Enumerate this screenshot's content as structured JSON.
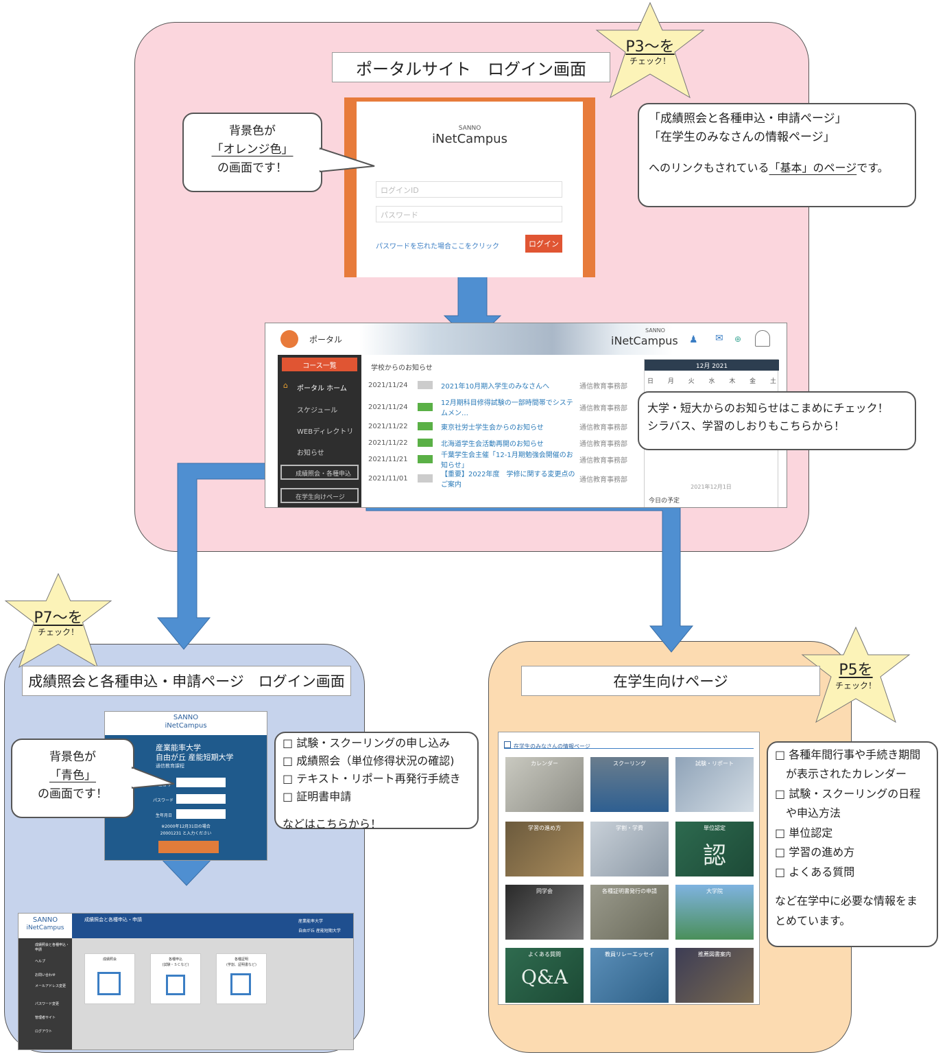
{
  "top_panel": {
    "title": "ポータルサイト　ログイン画面",
    "star": {
      "big": "P3〜を",
      "small": "チェック！"
    },
    "callout_left": {
      "line1": "背景色が",
      "line2": "「オレンジ色」",
      "line3": "の画面です！"
    },
    "callout_right": {
      "line1": "「成績照会と各種申込・申請ページ」",
      "line2": "「在学生のみなさんの情報ページ」",
      "line3a": "へのリンクもされている",
      "line3b": "「基本」のページ",
      "line3c": "です。"
    },
    "login_screen": {
      "brand_small": "SANNO",
      "brand": "iNetCampus",
      "login_id_placeholder": "ログインID",
      "password_placeholder": "パスワード",
      "forgot_link": "パスワードを忘れた場合ここをクリック",
      "login_button": "ログイン"
    },
    "portal_screen": {
      "portal_label": "ポータル",
      "brand_small": "SANNO",
      "brand": "iNetCampus",
      "side_header": "コース一覧",
      "side_items": [
        "ポータル ホーム",
        "スケジュール",
        "WEBディレクトリ",
        "お知らせ",
        "成績照会・各種申込",
        "在学生向けページ"
      ],
      "news_header": "学校からのお知らせ",
      "news": [
        {
          "date": "2021/11/24",
          "title": "2021年10月期入学生のみなさんへ",
          "dept": "通信教育事務部"
        },
        {
          "date": "2021/11/24",
          "title": "12月期科目修得試験の一部時間帯でシステムメン…",
          "dept": "通信教育事務部"
        },
        {
          "date": "2021/11/22",
          "title": "東京社労士学生会からのお知らせ",
          "dept": "通信教育事務部"
        },
        {
          "date": "2021/11/22",
          "title": "北海道学生会活動再開のお知らせ",
          "dept": "通信教育事務部"
        },
        {
          "date": "2021/11/21",
          "title": "千葉学生会主催「12-1月期勉強会開催のお知らせ」",
          "dept": "通信教育事務部"
        },
        {
          "date": "2021/11/01",
          "title": "【重要】2022年度　学修に関する変更点のご案内",
          "dept": "通信教育事務部"
        }
      ],
      "calendar_title": "12月 2021",
      "weekdays": [
        "日",
        "月",
        "火",
        "水",
        "木",
        "金",
        "土"
      ],
      "calendar_date": "2021年12月1日",
      "today_label": "今日の予定"
    },
    "callout_news": {
      "line1": "大学・短大からのお知らせはこまめにチェック！",
      "line2": "シラバス、学習のしおりもこちらから！"
    }
  },
  "left_panel": {
    "title": "成績照会と各種申込・申請ページ　ログイン画面",
    "star": {
      "big": "P7〜を",
      "small": "チェック！"
    },
    "callout_left": {
      "line1": "背景色が",
      "line2": "「青色」",
      "line3": "の画面です！"
    },
    "checklist": [
      "□ 試験・スクーリングの申し込み",
      "□ 成績照会（単位修得状況の確認)",
      "□ テキスト・リポート再発行手続き",
      "□ 証明書申請"
    ],
    "checklist_footer": "などはこちらから！",
    "login_screen": {
      "brand_small": "SANNO",
      "brand": "iNetCampus",
      "univ1": "産業能率大学",
      "univ2": "自由が丘 産能短期大学",
      "dept": "通信教育課程",
      "field1": "学生番号",
      "field2": "パスワード",
      "field3": "生年月日",
      "note1": "※2000年12月31日の場合",
      "note2": "20001231 と入力ください"
    },
    "menu_screen": {
      "brand_small": "SANNO",
      "brand": "iNetCampus",
      "header": "成績照会と各種申込・申請",
      "univ1": "産業能率大学",
      "univ2": "自由が丘 産能短期大学",
      "side_items": [
        "成績照会と各種申込・申請",
        "ヘルプ",
        "お問い合わせ",
        "メールアドレス変更",
        "パスワード変更",
        "管理者サイト",
        "ログアウト"
      ],
      "cards": [
        {
          "label": "成績照会",
          "sub": ""
        },
        {
          "label": "各種申込",
          "sub": "(試験・ＳＣなど)"
        },
        {
          "label": "各種証明",
          "sub": "(学割、証明書など)"
        }
      ]
    }
  },
  "right_panel": {
    "title": "在学生向けページ",
    "star": {
      "big": "P5を",
      "small": "チェック！"
    },
    "info_header": "在学生のみなさんの情報ページ",
    "tiles": [
      "カレンダー",
      "スクーリング",
      "試験・リポート",
      "学習の進め方",
      "学割・学費",
      "単位認定",
      "同学会",
      "各種証明書発行の申請",
      "大学院",
      "よくある質問",
      "教員リレーエッセイ",
      "推薦図書案内"
    ],
    "tile_texts": {
      "cert": "認",
      "qa": "Q&A"
    },
    "checklist": [
      "□ 各種年間行事や手続き期間",
      "　が表示されたカレンダー",
      "□ 試験・スクーリングの日程",
      "　や申込方法",
      "□ 単位認定",
      "□ 学習の進め方",
      "□ よくある質問"
    ],
    "footer1": "など在学中に必要な情報をま",
    "footer2": "とめています。"
  },
  "colors": {
    "pink": "#fbd6dd",
    "blue_panel": "#c6d3ec",
    "peach": "#fcdbb1",
    "arrow": "#4f8fd1",
    "star": "#fcf3b8",
    "orange": "#e77b3b",
    "login_blue": "#1f5a8c"
  }
}
